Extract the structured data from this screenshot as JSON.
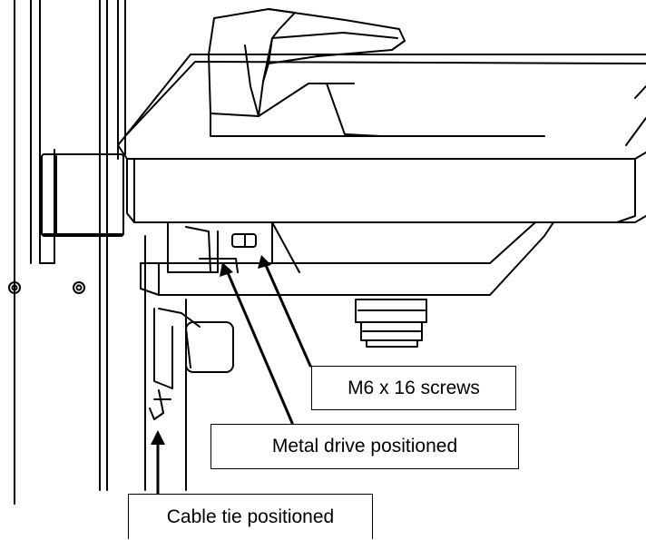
{
  "callouts": {
    "screws": "M6 x 16 screws",
    "drive": "Metal drive positioned",
    "tie": "Cable tie positioned"
  },
  "colors": {
    "line": "#000000",
    "background": "#ffffff"
  }
}
